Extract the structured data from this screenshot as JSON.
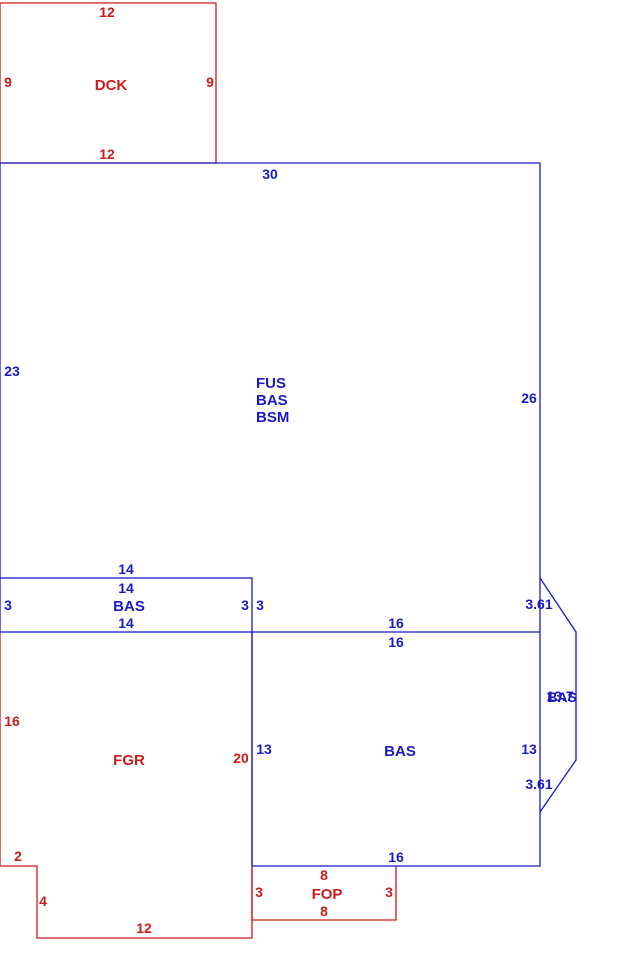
{
  "colors": {
    "red": "#cc1b1b",
    "blue": "#1a1ac8",
    "background": "#ffffff"
  },
  "areas": {
    "dck": {
      "label": "DCK",
      "top": "12",
      "bottom": "12",
      "left": "9",
      "right": "9"
    },
    "main": {
      "line1": "FUS",
      "line2": "BAS",
      "line3": "BSM",
      "top": "30",
      "left": "23",
      "right": "26"
    },
    "bas_strip": {
      "label": "BAS",
      "top_outer": "14",
      "top_inner": "14",
      "bottom": "14",
      "left": "3",
      "right_inner": "3",
      "right_outer": "3"
    },
    "bas_lower": {
      "label": "BAS",
      "top_outer": "16",
      "top_inner": "16",
      "left": "13",
      "right": "13",
      "bottom": "16"
    },
    "fgr": {
      "label": "FGR",
      "left": "16",
      "right": "20",
      "step_width": "2",
      "step_height": "4",
      "bottom": "12"
    },
    "fop": {
      "label": "FOP",
      "top": "8",
      "bottom": "8",
      "left": "3",
      "right": "3"
    },
    "bay": {
      "label": "BAS",
      "overlap_label": "13.7",
      "diag_top": "3.61",
      "diag_bottom": "3.61"
    }
  }
}
